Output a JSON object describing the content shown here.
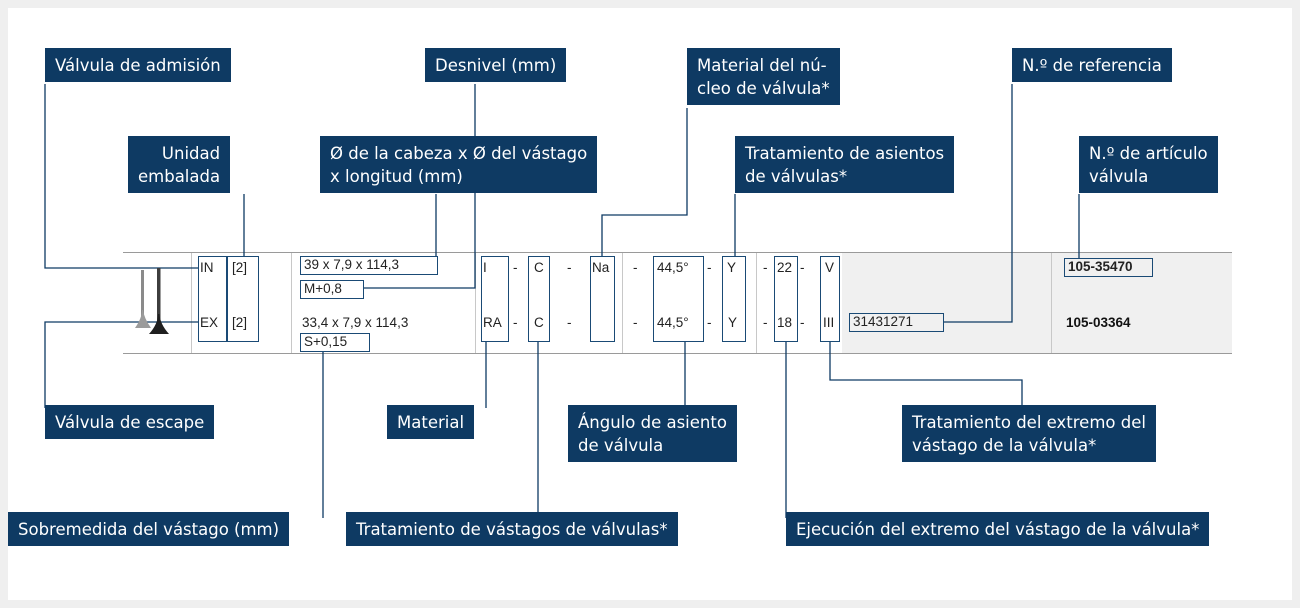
{
  "labels": {
    "intake_valve": "Válvula de admisión",
    "packing_unit": [
      "Unidad",
      "embalada"
    ],
    "offset": "Desnivel (mm)",
    "dimensions": [
      "Ø de la cabeza x Ø del vástago",
      "x longitud (mm)"
    ],
    "core_material": [
      "Material del nú-",
      "cleo de válvula*"
    ],
    "seat_treatment": [
      "Tratamiento de asientos",
      "de válvulas*"
    ],
    "reference_no": "N.º de referencia",
    "article_no": [
      "N.º de artículo",
      "válvula"
    ],
    "exhaust_valve": "Válvula de escape",
    "material": "Material",
    "seat_angle": [
      "Ángulo de asiento",
      "de válvula"
    ],
    "stem_end_treatment": [
      "Tratamiento del extremo del",
      "vástago de la válvula*"
    ],
    "stem_oversize": "Sobremedida del vástago (mm)",
    "stem_treatment": "Tratamiento de vástagos de válvulas*",
    "stem_end_design": "Ejecución del extremo del vástago de la válvula*"
  },
  "rows": [
    {
      "type": "IN",
      "qty": "[2]",
      "dims": "39 x 7,9 x 114,3",
      "offset": "M+0,8",
      "material": "I",
      "stem_treatment": "C",
      "core": "Na",
      "angle": "44,5°",
      "seat_treatment": "Y",
      "end_design": "22",
      "end_treatment": "V",
      "reference": "",
      "article": "105-35470"
    },
    {
      "type": "EX",
      "qty": "[2]",
      "dims": "33,4 x 7,9 x 114,3",
      "offset": "S+0,15",
      "material": "RA",
      "stem_treatment": "C",
      "core": "",
      "angle": "44,5°",
      "seat_treatment": "Y",
      "end_design": "18",
      "end_treatment": "III",
      "reference": "31431271",
      "article": "105-03364"
    }
  ],
  "separator": "-",
  "colors": {
    "label_bg": "#0e3a63",
    "leader": "#0e3a63",
    "box_border": "#1a4a75",
    "table_grey": "#f0f0f0"
  }
}
